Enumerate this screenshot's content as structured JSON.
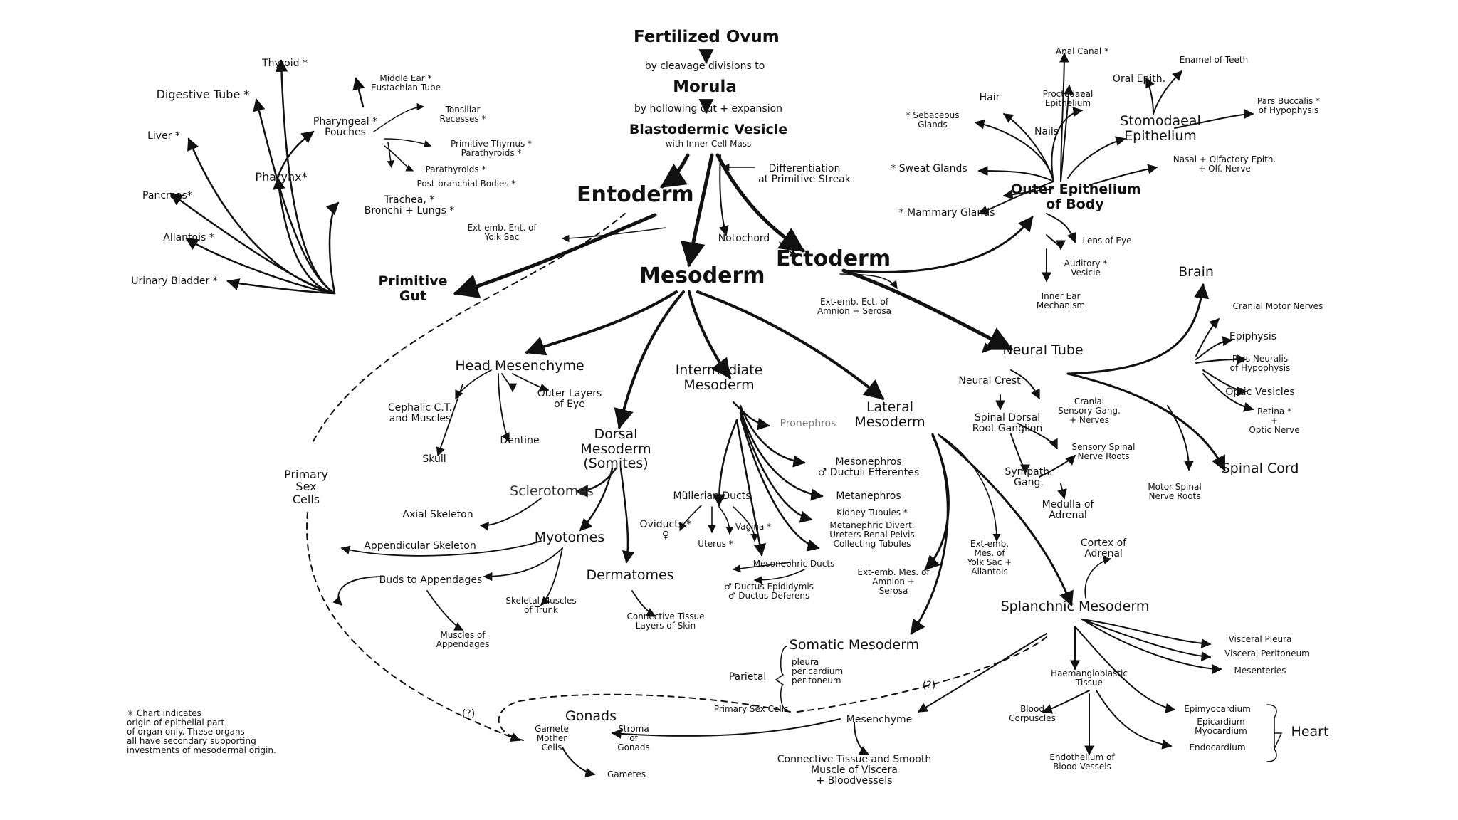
{
  "labels": {
    "fertilized_ovum": "Fertilized Ovum",
    "cleavage": "by cleavage divisions to",
    "morula": "Morula",
    "hollowing": "by hollowing out + expansion",
    "blastodermic": "Blastodermic Vesicle",
    "inner_cell": "with Inner Cell Mass",
    "differentiation": "Differentiation\nat Primitive Streak",
    "entoderm": "Entoderm",
    "mesoderm": "Mesoderm",
    "ectoderm": "Ectoderm",
    "notochord": "Notochord",
    "primitive_gut": "Primitive\nGut",
    "pharynx": "Pharynx*",
    "digestive_tube": "Digestive Tube *",
    "thyroid": "Thyroid *",
    "liver": "Liver *",
    "pancreas": "Pancreas*",
    "allantois": "Allantois *",
    "urinary_bladder": "Urinary Bladder *",
    "pharyngeal_pouches": "Pharyngeal *\nPouches",
    "middle_ear": "Middle Ear *\nEustachian Tube",
    "tonsillar": "Tonsillar\nRecesses *",
    "primitive_thymus": "Primitive Thymus *\nParathyroids *",
    "parathyroids": "Parathyroids *",
    "postbranchial": "Post-branchial Bodies *",
    "trachea": "Trachea, *\nBronchi + Lungs *",
    "extemb_ent": "Ext-emb. Ent. of\nYolk Sac",
    "head_mesenchyme": "Head Mesenchyme",
    "cephalic": "Cephalic C.T.\nand Muscles",
    "skull": "Skull",
    "dentine": "Dentine",
    "outer_layers_eye": "Outer Layers\nof Eye",
    "intermediate": "Intermediate\nMesoderm",
    "pronephros": "Pronephros",
    "mesonephros": "Mesonephros\n♂ Ductuli Efferentes",
    "metanephros": "Metanephros",
    "kidney_tubules": "Kidney Tubules *",
    "metanephric": "Metanephric Divert.\nUreters Renal Pelvis\nCollecting Tubules",
    "mullerian": "Müllerian Ducts",
    "oviducts": "Oviducts *\n♀",
    "uterus": "Uterus *",
    "vagina": "Vagina *",
    "mesonephric": "Mesonephric Ducts",
    "ductus": "♂ Ductus Epididymis\n♂ Ductus Deferens",
    "dorsal": "Dorsal\nMesoderm\n(Somites)",
    "sclerotomes": "Sclerotomes",
    "axial": "Axial Skeleton",
    "appendicular": "Appendicular Skeleton",
    "myotomes": "Myotomes",
    "buds": "Buds to Appendages",
    "skeletal": "Skeletal Muscles\nof Trunk",
    "muscles_app": "Muscles of\nAppendages",
    "dermatomes": "Dermatomes",
    "connective_skin": "Connective Tissue\nLayers of Skin",
    "lateral": "Lateral\nMesoderm",
    "extemb_mes": "Ext-emb. Mes. of\nAmnion +\nSerosa",
    "extemb_mes_yolk": "Ext-emb.\nMes. of\nYolk Sac +\nAllantois",
    "cortex": "Cortex of\nAdrenal",
    "splanchnic": "Splanchnic Mesoderm",
    "somatic": "Somatic Mesoderm",
    "parietal": "Parietal",
    "parietal_list": "pleura\npericardium\nperitoneum",
    "visceral_pleura": "Visceral Pleura",
    "visceral_peritoneum": "Visceral Peritoneum",
    "mesenteries": "Mesenteries",
    "haemangioblastic": "Haemangioblastic\nTissue",
    "question": "(?)",
    "blood_corpuscles": "Blood\nCorpuscles",
    "endothelium": "Endothelium of\nBlood Vessels",
    "epimyocardium": "Epimyocardium",
    "epicardium": "Epicardium\nMyocardium",
    "endocardium": "Endocardium",
    "heart": "Heart",
    "mesenchyme": "Mesenchyme",
    "connective_viscera": "Connective Tissue and Smooth\nMuscle of Viscera\n+ Bloodvessels",
    "primary_sex_cells_mid": "Primary Sex Cells",
    "primary_sex_cells": "Primary\nSex\nCells",
    "gonads": "Gonads",
    "gamete_mother": "Gamete\nMother\nCells",
    "stroma": "Stroma\nof\nGonads",
    "gametes": "Gametes",
    "footnote": "✳ Chart indicates\norigin of epithelial part\nof organ only. These organs\nall have secondary supporting\ninvestments of mesodermal origin.",
    "outer_epithelium": "Outer Epithelium\nof Body",
    "anal_canal": "Anal Canal *",
    "enamel": "Enamel of Teeth",
    "oral_epith": "Oral Epith.",
    "hair": "Hair",
    "proctodaeal": "Proctodaeal\nEpithelium",
    "stomodaeal": "Stomodaeal\nEpithelium",
    "pars_buccalis": "Pars Buccalis *\nof Hypophysis",
    "sebaceous": "* Sebaceous\nGlands",
    "nails": "Nails",
    "nasal": "Nasal + Olfactory Epith.\n+ Olf. Nerve",
    "sweat": "* Sweat Glands",
    "mammary": "* Mammary Glands",
    "lens": "Lens of Eye",
    "auditory": "Auditory *\nVesicle",
    "inner_ear": "Inner Ear\nMechanism",
    "extemb_ect": "Ext-emb. Ect. of\nAmnion + Serosa",
    "neural_tube": "Neural Tube",
    "brain": "Brain",
    "cranial_motor": "Cranial Motor Nerves",
    "epiphysis": "Epiphysis",
    "pars_neuralis": "Pars Neuralis\nof Hypophysis",
    "optic_vesicles": "Optic Vesicles",
    "retina": "Retina *\n+\nOptic Nerve",
    "spinal_cord": "Spinal Cord",
    "neural_crest": "Neural Crest",
    "cranial_sensory": "Cranial\nSensory Gang.\n+ Nerves",
    "spinal_dorsal": "Spinal Dorsal\nRoot Ganglion",
    "sensory_spinal": "Sensory Spinal\nNerve Roots",
    "sympath": "Sympath.\nGang.",
    "medulla": "Medulla of\nAdrenal",
    "motor_spinal": "Motor Spinal\nNerve Roots"
  }
}
